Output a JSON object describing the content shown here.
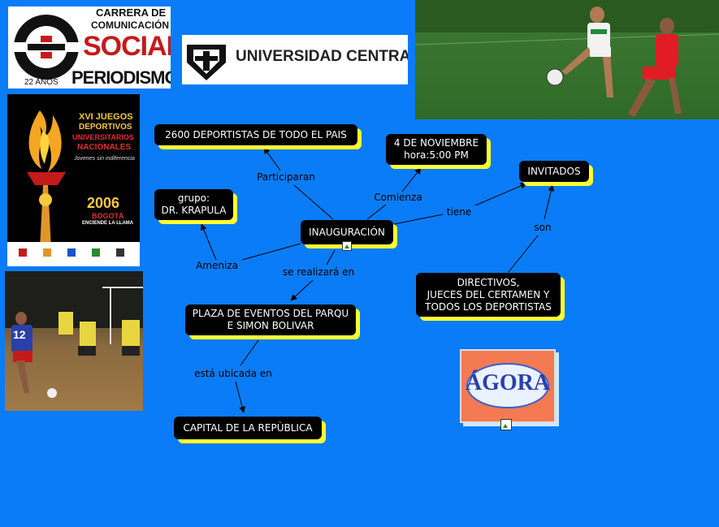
{
  "logos": {
    "carrera_line1": "CARRERA DE",
    "carrera_line2": "COMUNICACIÓN",
    "carrera_line3": "SOCIAL",
    "carrera_line4": "PERIODISMO",
    "carrera_years": "22 AÑOS",
    "universidad": "UNIVERSIDAD CENTRAL",
    "agora": "ÁGORA"
  },
  "poster": {
    "line1": "XVI JUEGOS",
    "line2": "DEPORTIVOS",
    "line3": "UNIVERSITARIOS",
    "line4": "NACIONALES",
    "slogan": "Jovenes sin indiferencia",
    "year": "2006",
    "city": "BOGOTÁ",
    "tagline": "ENCIENDE LA LLAMA"
  },
  "photos": {
    "player_number": "12"
  },
  "nodes": {
    "deportistas": "2600 DEPORTISTAS DE TODO EL PAIS",
    "fecha": "4 DE NOVIEMBRE\nhora:5:00 PM",
    "invitados": "INVITADOS",
    "grupo": "grupo:\nDR. KRAPULA",
    "inauguracion": "INAUGURACIÓN",
    "directivos": "DIRECTIVOS,\nJUECES DEL CERTAMEN Y\nTODOS LOS DEPORTISTAS",
    "plaza": "PLAZA DE EVENTOS DEL PARQU\nE SIMON BOLIVAR",
    "capital": "CAPITAL DE LA REPÙBLICA"
  },
  "links": {
    "participaran": "Participaran",
    "comienza": "Comienza",
    "tiene": "tiene",
    "ameniza": "Ameniza",
    "se_realizara": "se realizará en",
    "son": "son",
    "ubicada": "está ubicada en"
  }
}
